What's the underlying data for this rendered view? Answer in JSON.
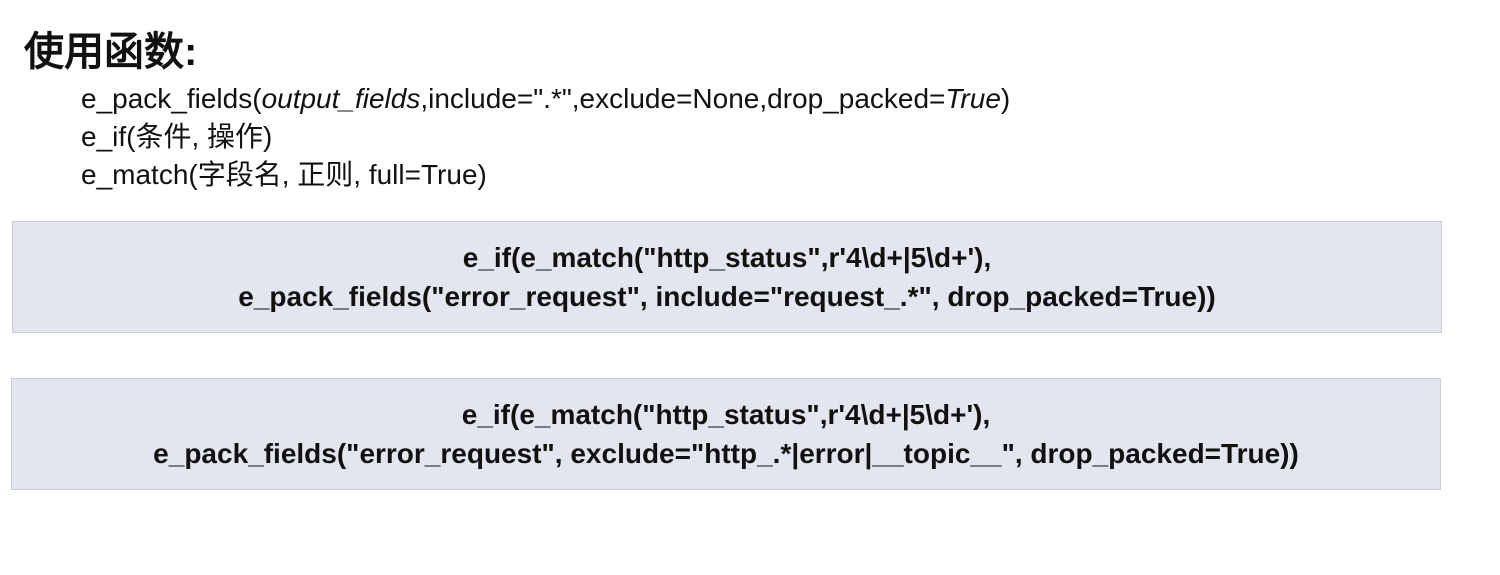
{
  "heading": "使用函数:",
  "signatures": {
    "pack_fields": {
      "prefix": "e_pack_fields(",
      "arg1": "output_fields",
      "middle": ",include=\".*\",exclude=None,drop_packed=",
      "arg_last": "True",
      "suffix": ")"
    },
    "if_line": "e_if(条件, 操作)",
    "match_line": "e_match(字段名, 正则, full=True)"
  },
  "examples": [
    {
      "line1": "e_if(e_match(\"http_status\",r'4\\d+|5\\d+'),",
      "line2": "e_pack_fields(\"error_request\", include=\"request_.*\", drop_packed=True))"
    },
    {
      "line1": "e_if(e_match(\"http_status\",r'4\\d+|5\\d+'),",
      "line2": "e_pack_fields(\"error_request\", exclude=\"http_.*|error|__topic__\", drop_packed=True))"
    }
  ],
  "colors": {
    "code_box_background": "#e3e6ee",
    "code_box_border": "#c9ccd6",
    "text": "#111111"
  }
}
